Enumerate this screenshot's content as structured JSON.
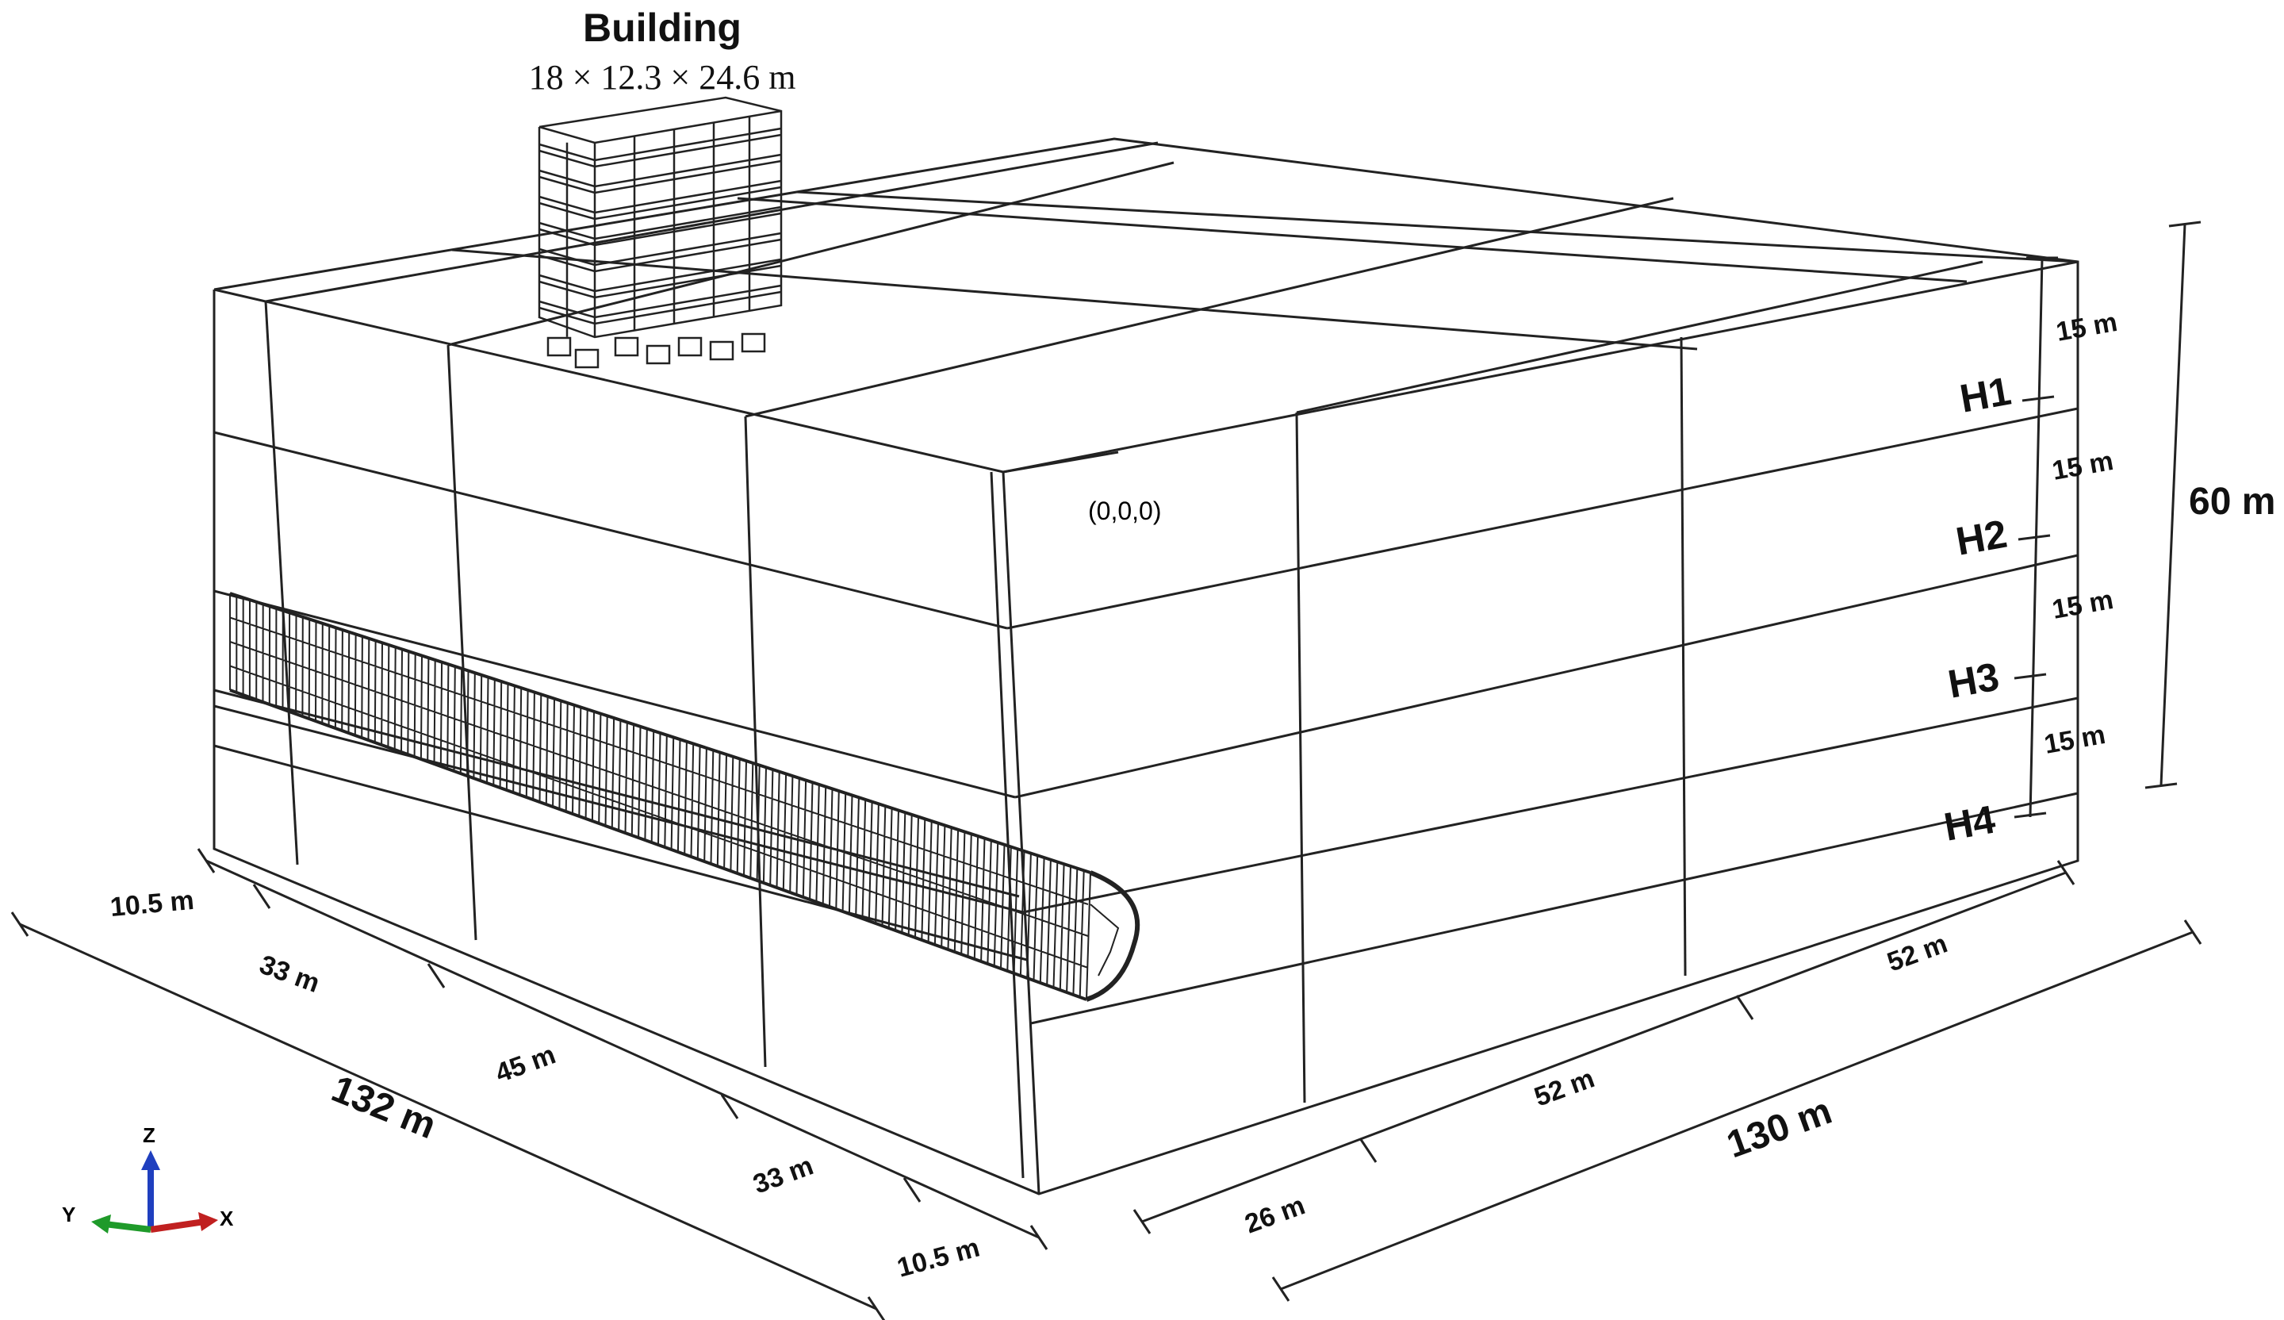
{
  "building": {
    "title": "Building",
    "dimensions": "18 × 12.3 × 24.6 m"
  },
  "origin_label": "(0,0,0)",
  "layers": [
    "H1",
    "H2",
    "H3",
    "H4"
  ],
  "layer_thickness_labels": [
    "15 m",
    "15 m",
    "15 m",
    "15 m"
  ],
  "total_height_label": "60 m",
  "length_segments": [
    "10.5 m",
    "33 m",
    "45 m",
    "33 m",
    "10.5 m"
  ],
  "length_total": "132 m",
  "width_segments": [
    "26 m",
    "52 m",
    "52 m"
  ],
  "width_total": "130 m",
  "axes": {
    "z": "Z",
    "y": "Y",
    "x": "X"
  },
  "colors": {
    "z_axis": "#1f3fbf",
    "x_axis": "#c02020",
    "y_axis": "#1f9a2a",
    "lines": "#222222"
  }
}
